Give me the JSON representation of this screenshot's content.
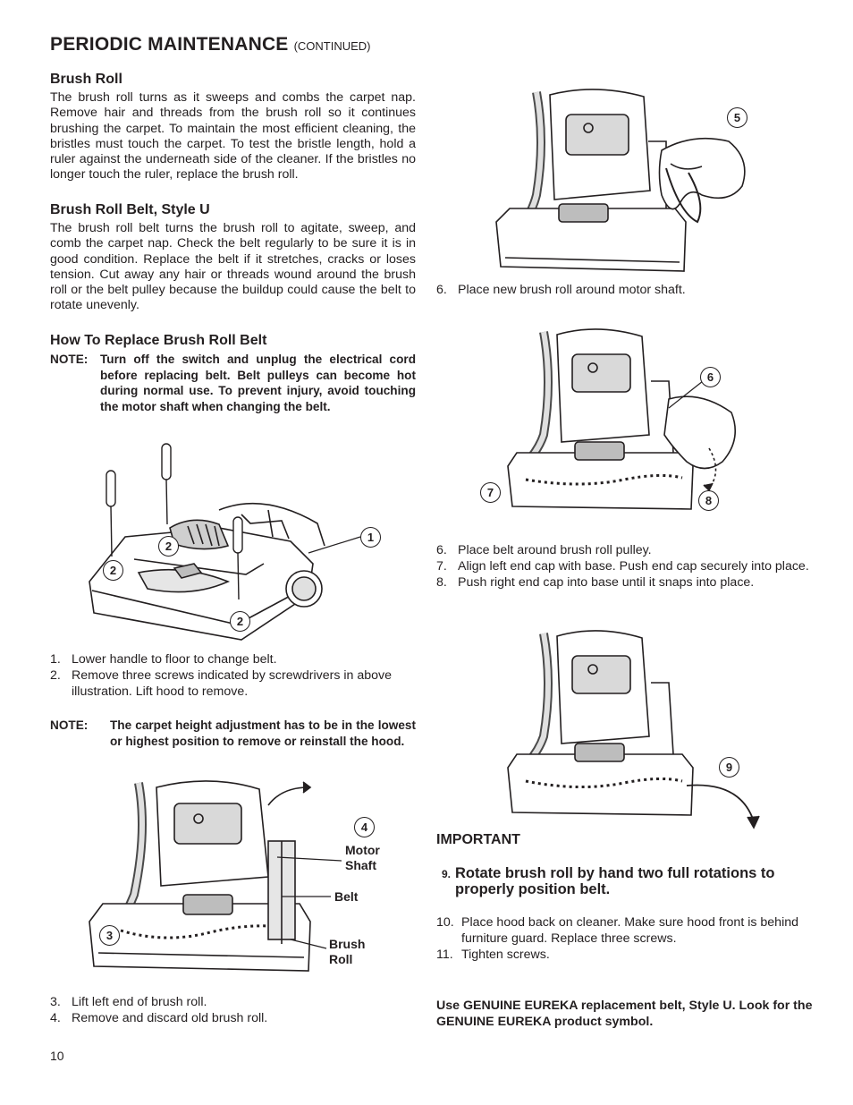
{
  "page": {
    "title": "PERIODIC MAINTENANCE",
    "title_suffix": "(CONTINUED)",
    "page_number": "10"
  },
  "brush_roll": {
    "heading": "Brush Roll",
    "text": "The brush roll turns as it sweeps and combs the carpet nap. Remove hair and threads from the brush roll so it continues brushing the carpet. To maintain the most efficient cleaning, the bristles must touch the carpet. To test the bristle length, hold a ruler against the underneath side of the cleaner. If the bristles no longer touch the ruler, replace the brush roll."
  },
  "belt_style": {
    "heading": "Brush Roll Belt, Style U",
    "text": "The brush roll belt turns the brush roll to agitate, sweep, and comb the carpet nap. Check the belt regularly to be sure it is in good condition. Replace the belt if it stretches, cracks or loses tension. Cut away any hair or threads wound around the brush roll or the belt pulley because the buildup could cause the belt to rotate unevenly."
  },
  "how_to": {
    "heading": "How To Replace Brush Roll Belt",
    "note_label": "NOTE:",
    "note_text": "Turn off the switch and unplug the electrical cord before replacing belt. Belt pulleys can become hot during normal use. To prevent injury, avoid touching the motor shaft when changing the belt."
  },
  "figure1": {
    "callouts": [
      "1",
      "2",
      "2",
      "2"
    ]
  },
  "steps_a": [
    {
      "num": "1.",
      "text": "Lower handle to floor to change belt."
    },
    {
      "num": "2.",
      "text": "Remove three screws indicated by screwdrivers in above illustration. Lift hood to remove."
    }
  ],
  "note2": {
    "label": "NOTE:",
    "text": "The carpet height adjustment has to be in the lowest or highest position to remove or reinstall the hood."
  },
  "figure2": {
    "callouts": [
      "3",
      "4"
    ],
    "label_motor_shaft": "Motor Shaft",
    "label_belt": "Belt",
    "label_brush_roll": "Brush Roll"
  },
  "steps_b": [
    {
      "num": "3.",
      "text": "Lift left end of brush roll."
    },
    {
      "num": "4.",
      "text": "Remove and discard old brush roll."
    }
  ],
  "figure3": {
    "callouts": [
      "5"
    ]
  },
  "step_fig3": {
    "num": "6.",
    "text": "Place new brush roll around motor shaft."
  },
  "figure4": {
    "callouts": [
      "6",
      "7",
      "8"
    ]
  },
  "steps_c": [
    {
      "num": "6.",
      "text": "Place belt around brush roll pulley."
    },
    {
      "num": "7.",
      "text": "Align left end cap with base. Push end cap securely into place."
    },
    {
      "num": "8.",
      "text": "Push right end cap into base until it snaps into place."
    }
  ],
  "figure5": {
    "callouts": [
      "9"
    ]
  },
  "important": {
    "heading": "IMPORTANT",
    "step_num": "9.",
    "step_text": "Rotate brush roll by hand two full rotations to properly position belt."
  },
  "steps_d": [
    {
      "num": "10.",
      "text": "Place hood back on cleaner. Make sure hood front is behind furniture guard. Replace three screws."
    },
    {
      "num": "11.",
      "text": "Tighten screws."
    }
  ],
  "genuine": {
    "text": "Use GENUINE EUREKA replacement belt, Style U. Look for the GENUINE EUREKA product symbol."
  }
}
